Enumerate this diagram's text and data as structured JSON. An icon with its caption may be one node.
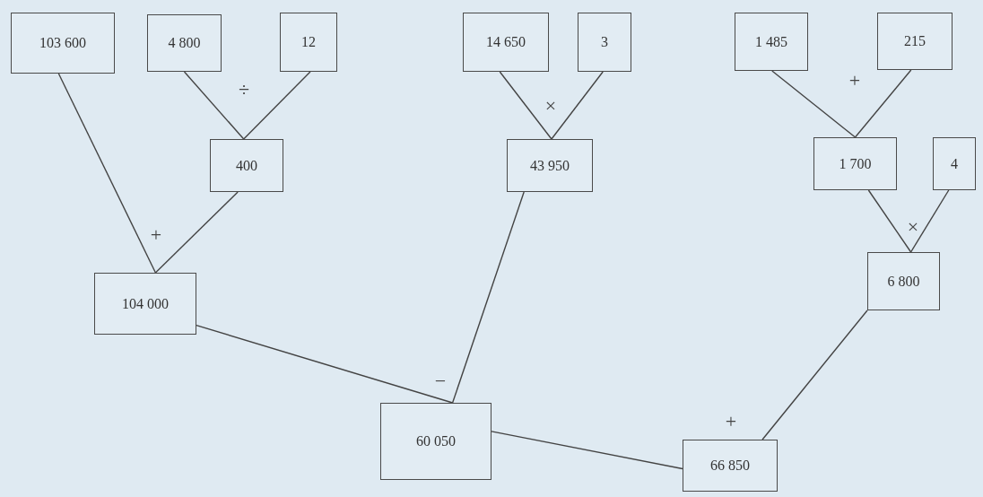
{
  "diagram": {
    "nodes": [
      {
        "text": [
          "103 600"
        ]
      },
      {
        "text": [
          "4 800"
        ]
      },
      {
        "text": [
          "12"
        ]
      },
      {
        "text": [
          "14 650"
        ]
      },
      {
        "text": [
          "3"
        ]
      },
      {
        "text": [
          "1 485"
        ]
      },
      {
        "text": [
          "215"
        ]
      },
      {
        "text": [
          "400"
        ]
      },
      {
        "text": [
          "43 950"
        ]
      },
      {
        "text": [
          "1 700"
        ]
      },
      {
        "text": [
          "4"
        ]
      },
      {
        "text": [
          "104 000"
        ]
      },
      {
        "text": [
          "6 800"
        ]
      },
      {
        "text": [
          "60 050"
        ]
      },
      {
        "text": [
          "66 850"
        ]
      }
    ],
    "edges": [
      {
        "from": 0,
        "to": 11,
        "arrow": "none"
      },
      {
        "from": 7,
        "to": 11,
        "arrow": "none"
      },
      {
        "from": 1,
        "to": 7,
        "arrow": "none"
      },
      {
        "from": 2,
        "to": 7,
        "arrow": "none"
      },
      {
        "from": 3,
        "to": 8,
        "arrow": "none"
      },
      {
        "from": 4,
        "to": 8,
        "arrow": "none"
      },
      {
        "from": 5,
        "to": 9,
        "arrow": "none"
      },
      {
        "from": 6,
        "to": 9,
        "arrow": "none"
      },
      {
        "from": 9,
        "to": 12,
        "arrow": "none"
      },
      {
        "from": 10,
        "to": 12,
        "arrow": "none"
      },
      {
        "from": 11,
        "to": 13,
        "arrow": "none"
      },
      {
        "from": 8,
        "to": 13,
        "arrow": "none"
      },
      {
        "from": 13,
        "to": 14,
        "arrow": "none"
      },
      {
        "from": 12,
        "to": 14,
        "arrow": "none"
      }
    ],
    "labels": [
      "÷",
      "×",
      "+",
      "+",
      "×",
      "−",
      "+"
    ]
  }
}
